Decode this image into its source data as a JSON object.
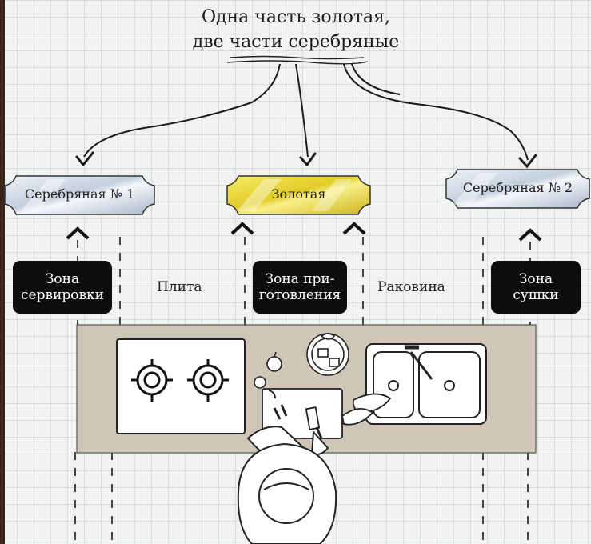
{
  "title": {
    "line1": "Одна часть золотая,",
    "line2": "две части серебряные"
  },
  "plaques": {
    "silver1": "Серебряная № 1",
    "gold": "Золотая",
    "silver2": "Серебряная № 2"
  },
  "zones": {
    "serving": [
      "Зона",
      "сервировки"
    ],
    "cooking": [
      "Зона при-",
      "готовления"
    ],
    "drying": [
      "Зона",
      "сушки"
    ]
  },
  "labels": {
    "stove": "Плита",
    "sink": "Раковина"
  },
  "colors": {
    "silver": "#c9d4e2",
    "gold": "#e9d636",
    "countertop": "#cfc6b8",
    "zone_bg": "#0d0d0d",
    "background": "#f1f3f2"
  }
}
